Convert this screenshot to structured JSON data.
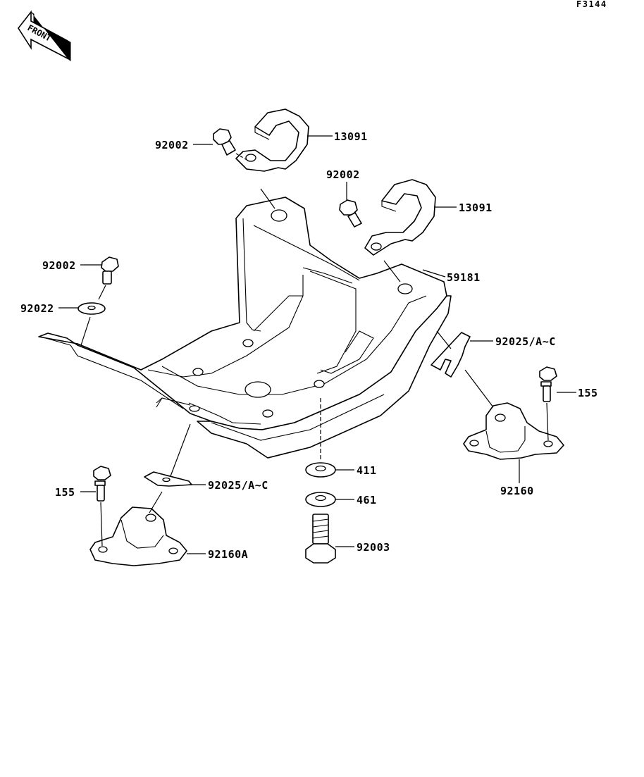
{
  "diagram_code": "F3144",
  "front_badge": "FRONT",
  "labels": {
    "clamp_left_bolt": "92002",
    "clamp_left": "13091",
    "clamp_right_bolt": "92002",
    "clamp_right": "13091",
    "frame": "59181",
    "left_bolt": "92002",
    "left_washer": "92022",
    "shim_right": "92025/A~C",
    "bolt_right": "155",
    "mount_right": "92160",
    "washer_411": "411",
    "washer_461": "461",
    "bolt_92003": "92003",
    "shim_left": "92025/A~C",
    "bolt_left": "155",
    "mount_left": "92160A"
  }
}
